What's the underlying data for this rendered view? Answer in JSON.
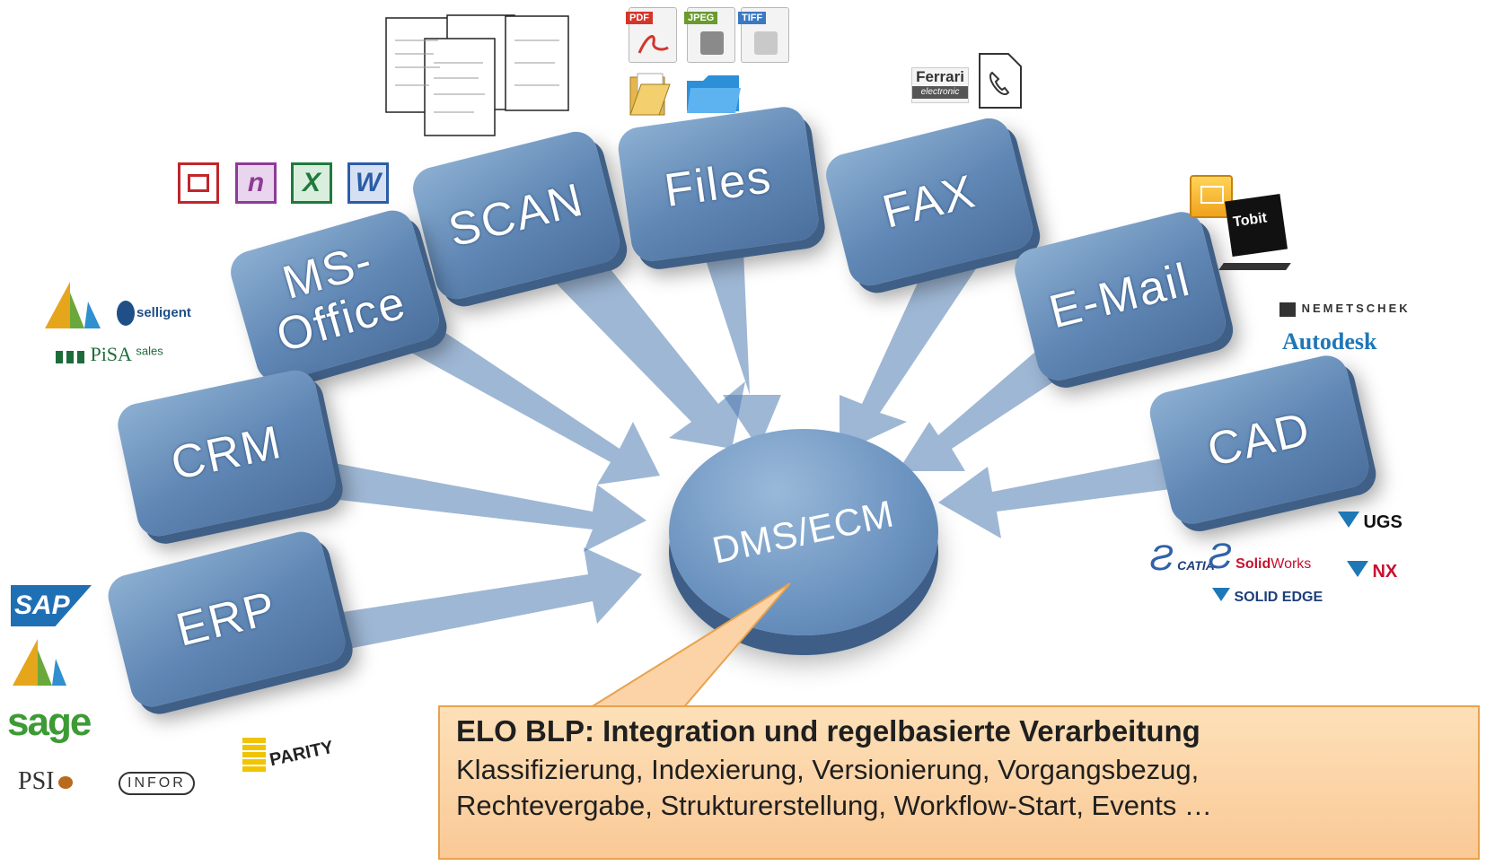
{
  "hub": {
    "label": "DMS/ECM"
  },
  "sources": {
    "scan": "SCAN",
    "files": "Files",
    "fax": "FAX",
    "ms_office_line1": "MS-",
    "ms_office_line2": "Office",
    "email": "E-Mail",
    "crm": "CRM",
    "cad": "CAD",
    "erp": "ERP"
  },
  "callout": {
    "title": "ELO BLP: Integration und regelbasierte Verarbeitung",
    "line1": "Klassifizierung, Indexierung, Versionierung, Vorgangsbezug,",
    "line2": "Rechtevergabe, Strukturerstellung, Workflow-Start, Events …"
  },
  "file_icons": {
    "pdf": "PDF",
    "jpeg": "JPEG",
    "tiff": "TIFF"
  },
  "logos": {
    "ferrari": "Ferrari",
    "ferrari_sub": "electronic",
    "selligent": "selligent",
    "pisa": "PiSA",
    "pisa_sales": "sales",
    "tobit": "Tobit",
    "nemetschek": "NEMETSCHEK",
    "autodesk": "Autodesk",
    "catia": "CATIA",
    "solidworks_bold": "Solid",
    "solidworks_rest": "Works",
    "ugs": "UGS",
    "nx": "NX",
    "solid_edge": "SOLID EDGE",
    "sap": "SAP",
    "sage": "sage",
    "psi": "PSI",
    "infor": "INFOR",
    "parity": "PARITY"
  },
  "office_icons": {
    "onenote": "n",
    "excel": "X",
    "word": "W"
  },
  "colors": {
    "box": "#5f86b4",
    "arrow": "#4f7bb0",
    "callout_fill": "#fbd3a6",
    "callout_border": "#e8a24e"
  }
}
